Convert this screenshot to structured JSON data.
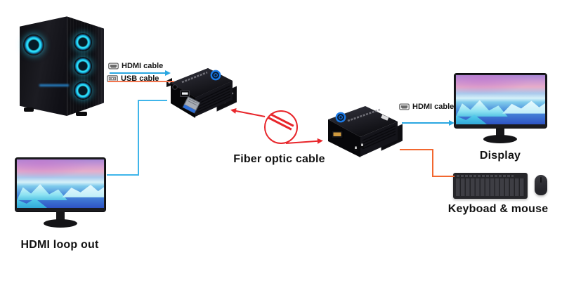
{
  "labels": {
    "hdmi_cable_top": "HDMI cable",
    "usb_cable": "USB cable",
    "hdmi_cable_right": "HDMI cable",
    "fiber_optic_cable": "Fiber optic cable",
    "hdmi_loop_out": "HDMI loop out",
    "display": "Display",
    "keyboard_mouse": "Keyboad & mouse"
  },
  "colors": {
    "hdmi_arrow_blue": "#2aa7e1",
    "loop_line_cyan": "#3fb5ea",
    "usb_line_orange": "#f4764f",
    "keyboard_line_orange": "#f2672f",
    "fiber_red": "#e8262b",
    "logo_blue": "#1b7ae6",
    "label_text": "#121212"
  },
  "icons": {
    "hdmi_connector": "hdmi-connector-icon",
    "usb_connector": "usb-connector-icon",
    "fiber_coil": "fiber-coil-icon"
  }
}
